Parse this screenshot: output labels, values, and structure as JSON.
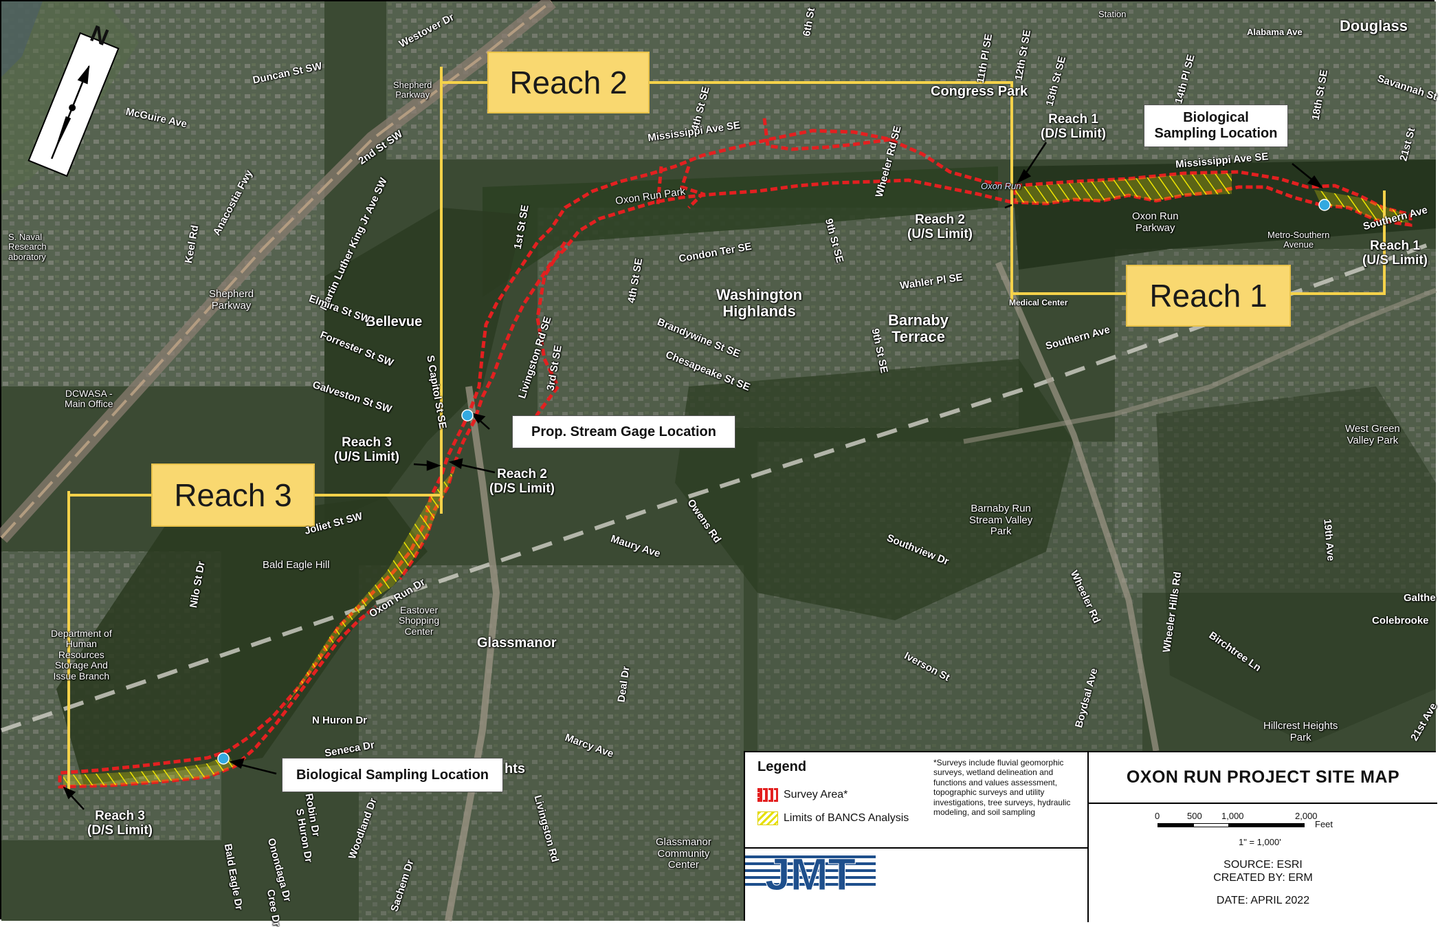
{
  "map": {
    "reaches": {
      "reach1": "Reach 1",
      "reach2": "Reach 2",
      "reach3": "Reach 3"
    },
    "limits": {
      "r1_ds": [
        "Reach 1",
        "(D/S Limit)"
      ],
      "r1_us": [
        "Reach 1",
        "(U/S Limit)"
      ],
      "r2_us": [
        "Reach 2",
        "(U/S Limit)"
      ],
      "r2_ds": [
        "Reach 2",
        "(D/S Limit)"
      ],
      "r3_us": [
        "Reach 3",
        "(U/S Limit)"
      ],
      "r3_ds": [
        "Reach 3",
        "(D/S Limit)"
      ]
    },
    "callouts": {
      "bio_top": [
        "Biological",
        "Sampling Location"
      ],
      "gage": "Prop. Stream Gage Location",
      "bio_bottom": "Biological Sampling Location"
    },
    "places": {
      "douglass": "Douglass",
      "congress_park": "Congress Park",
      "washington_highlands": [
        "Washington",
        "Highlands"
      ],
      "barnaby_terrace": [
        "Barnaby",
        "Terrace"
      ],
      "bellevue": "Bellevue",
      "glassmanor": "Glassmanor",
      "heights": "hts"
    },
    "areas": {
      "oxon_run_parkway": [
        "Oxon Run",
        "Parkway"
      ],
      "metro_southern": [
        "Metro-Southern",
        "Avenue"
      ],
      "shepherd_parkway_top": [
        "Shepherd",
        "Parkway"
      ],
      "shepherd_parkway": [
        "Shepherd",
        "Parkway"
      ],
      "naval_research": [
        "S. Naval",
        "Research",
        "aboratory"
      ],
      "dcwasa": [
        "DCWASA -",
        "Main Office"
      ],
      "west_green_valley": [
        "West Green",
        "Valley Park"
      ],
      "barnaby_run": [
        "Barnaby Run",
        "Stream Valley",
        "Park"
      ],
      "bald_eagle_hill": "Bald Eagle Hill",
      "eastover": [
        "Eastover",
        "Shopping",
        "Center"
      ],
      "dept_human": [
        "Department of",
        "Human",
        "Resources",
        "Storage And",
        "Issue Branch"
      ],
      "hillcrest": [
        "Hillcrest Heights",
        "Park"
      ],
      "glassmanor_cc": [
        "Glassmanor",
        "Community",
        "Center"
      ],
      "oxon_run_park": "Oxon Run Park",
      "oxon_run_stream": "Oxon Run",
      "station": "Station",
      "colebrooke": "Colebrooke",
      "galthe": "Galthe",
      "medical_center": "Medical Center"
    },
    "roads": {
      "alabama": "Alabama Ave",
      "savannah": "Savannah St",
      "twentyfirst": "21st St",
      "eighteenth": "18th St SE",
      "fourteenth_pl": "14th Pl SE",
      "thirteenth": "13th St SE",
      "twelfth": "12th St SE",
      "eleventh": "11th Pl SE",
      "mississippi_east": "Mississippi Ave SE",
      "mississippi_west": "Mississippi Ave SE",
      "southern_ave_e": "Southern Ave",
      "southern_ave": "Southern Ave",
      "wheeler_top": "Wheeler Rd SE",
      "wahler": "Wahler Pl SE",
      "condon": "Condon Ter SE",
      "ninth": "9th St SE",
      "fourth_top": "4th St SE",
      "fourth": "4th St SE",
      "sixth": "6th St",
      "brandywine": "Brandywine St SE",
      "chesapeake": "Chesapeake St SE",
      "ninth_b": "9th St SE",
      "livingston": "Livingston Rd SE",
      "third": "3rd St SE",
      "first": "1st St SE",
      "s_capitol": "S Capitol St SE",
      "westover": "Westover Dr",
      "duncan": "Duncan St SW",
      "mcguire": "McGuire Ave",
      "second": "2nd St SW",
      "anacostia": "Anacostia Fwy",
      "keel": "Keel Rd",
      "mlk": "Martin Luther King Jr Ave SW",
      "elmira": "Elmira St SW",
      "forrester": "Forrester St SW",
      "galveston": "Galveston St SW",
      "joliet": "Joliet St SW",
      "nilo": "Nilo St Dr",
      "oxon_run_dr": "Oxon Run Dr",
      "n_huron": "N Huron Dr",
      "seneca": "Seneca Dr",
      "maury": "Maury Ave",
      "owens": "Owens Rd",
      "southview": "Southview Dr",
      "wheeler_mid": "Wheeler Rd",
      "wheeler_hills": "Wheeler Hills Rd",
      "birchtree": "Birchtree Ln",
      "iverson": "Iverson St",
      "boydsal": "Boydsal Ave",
      "deal": "Deal Dr",
      "marcy": "Marcy Ave",
      "livingston_rd": "Livingston Rd",
      "woodland": "Woodland Dr",
      "s_huron": "S Huron Dr",
      "onondaga": "Onondaga Dr",
      "bald_eagle_dr": "Bald Eagle Dr",
      "sachem": "Sachem Dr",
      "cree": "Cree Dr",
      "robin": "Robin Dr",
      "nineteenth": "19th Ave",
      "twentyfirst_b": "21st Ave"
    }
  },
  "legend": {
    "title": "Legend",
    "items": [
      "Survey Area*",
      "Limits of BANCS Analysis"
    ],
    "note": "*Surveys include fluvial geomorphic surveys, wetland delineation and functions and values assessment, topographic surveys and utility investigations, tree surveys, hydraulic modeling, and soil sampling",
    "logo": "JMT",
    "map_title": "OXON RUN PROJECT SITE MAP",
    "scale_labels": [
      "0",
      "500",
      "1,000",
      "2,000"
    ],
    "scale_unit": "Feet",
    "scale_ratio": "1\" = 1,000'",
    "source": "SOURCE: ESRI",
    "created_by": "CREATED BY: ERM",
    "date": "DATE: APRIL 2022"
  },
  "north_arrow": "N",
  "colors": {
    "survey": "#e32020",
    "bancs": "#e6e000",
    "reach_box": "#f9d870",
    "bracket": "#f5d24a",
    "gage_dot": "#33a9e0"
  }
}
